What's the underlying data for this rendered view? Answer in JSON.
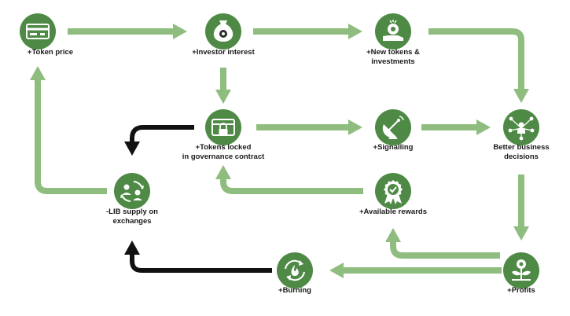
{
  "colors": {
    "node_fill": "#4e8a45",
    "arrow_green": "#8fbd7f",
    "arrow_black": "#111111",
    "icon_light": "#ffffff",
    "icon_dark": "#2e2e2e"
  },
  "nodes": [
    {
      "id": "token-price",
      "icon": "credit-card-icon",
      "label_lines": [
        "+Token price"
      ]
    },
    {
      "id": "investor-interest",
      "icon": "money-bag-icon",
      "label_lines": [
        "+Investor interest"
      ]
    },
    {
      "id": "new-tokens",
      "icon": "coin-in-hand-icon",
      "label_lines": [
        "+New tokens &",
        "investments"
      ]
    },
    {
      "id": "tokens-locked",
      "icon": "locked-card-icon",
      "label_lines": [
        "+Tokens locked",
        "in governance contract"
      ]
    },
    {
      "id": "signalling",
      "icon": "satellite-dish-icon",
      "label_lines": [
        "+Signalling"
      ]
    },
    {
      "id": "business-decisions",
      "icon": "network-person-icon",
      "label_lines": [
        "Better business",
        "decisions"
      ]
    },
    {
      "id": "lib-supply",
      "icon": "exchange-people-icon",
      "label_lines": [
        "-LIB supply on",
        "exchanges"
      ]
    },
    {
      "id": "available-rewards",
      "icon": "award-badge-icon",
      "label_lines": [
        "+Available rewards"
      ]
    },
    {
      "id": "burning",
      "icon": "recycle-fire-icon",
      "label_lines": [
        "+Burning"
      ]
    },
    {
      "id": "profits",
      "icon": "money-plant-icon",
      "label_lines": [
        "+Profits"
      ]
    }
  ],
  "edges": [
    {
      "from": "token-price",
      "to": "investor-interest",
      "style": "green"
    },
    {
      "from": "investor-interest",
      "to": "new-tokens",
      "style": "green"
    },
    {
      "from": "new-tokens",
      "to": "business-decisions",
      "style": "green"
    },
    {
      "from": "investor-interest",
      "to": "tokens-locked",
      "style": "green"
    },
    {
      "from": "tokens-locked",
      "to": "signalling",
      "style": "green"
    },
    {
      "from": "signalling",
      "to": "business-decisions",
      "style": "green"
    },
    {
      "from": "tokens-locked",
      "to": "lib-supply",
      "style": "black"
    },
    {
      "from": "lib-supply",
      "to": "token-price",
      "style": "green"
    },
    {
      "from": "available-rewards",
      "to": "tokens-locked",
      "style": "green"
    },
    {
      "from": "business-decisions",
      "to": "profits",
      "style": "green"
    },
    {
      "from": "profits",
      "to": "available-rewards",
      "style": "green"
    },
    {
      "from": "profits",
      "to": "burning",
      "style": "green"
    },
    {
      "from": "burning",
      "to": "lib-supply",
      "style": "black"
    }
  ]
}
